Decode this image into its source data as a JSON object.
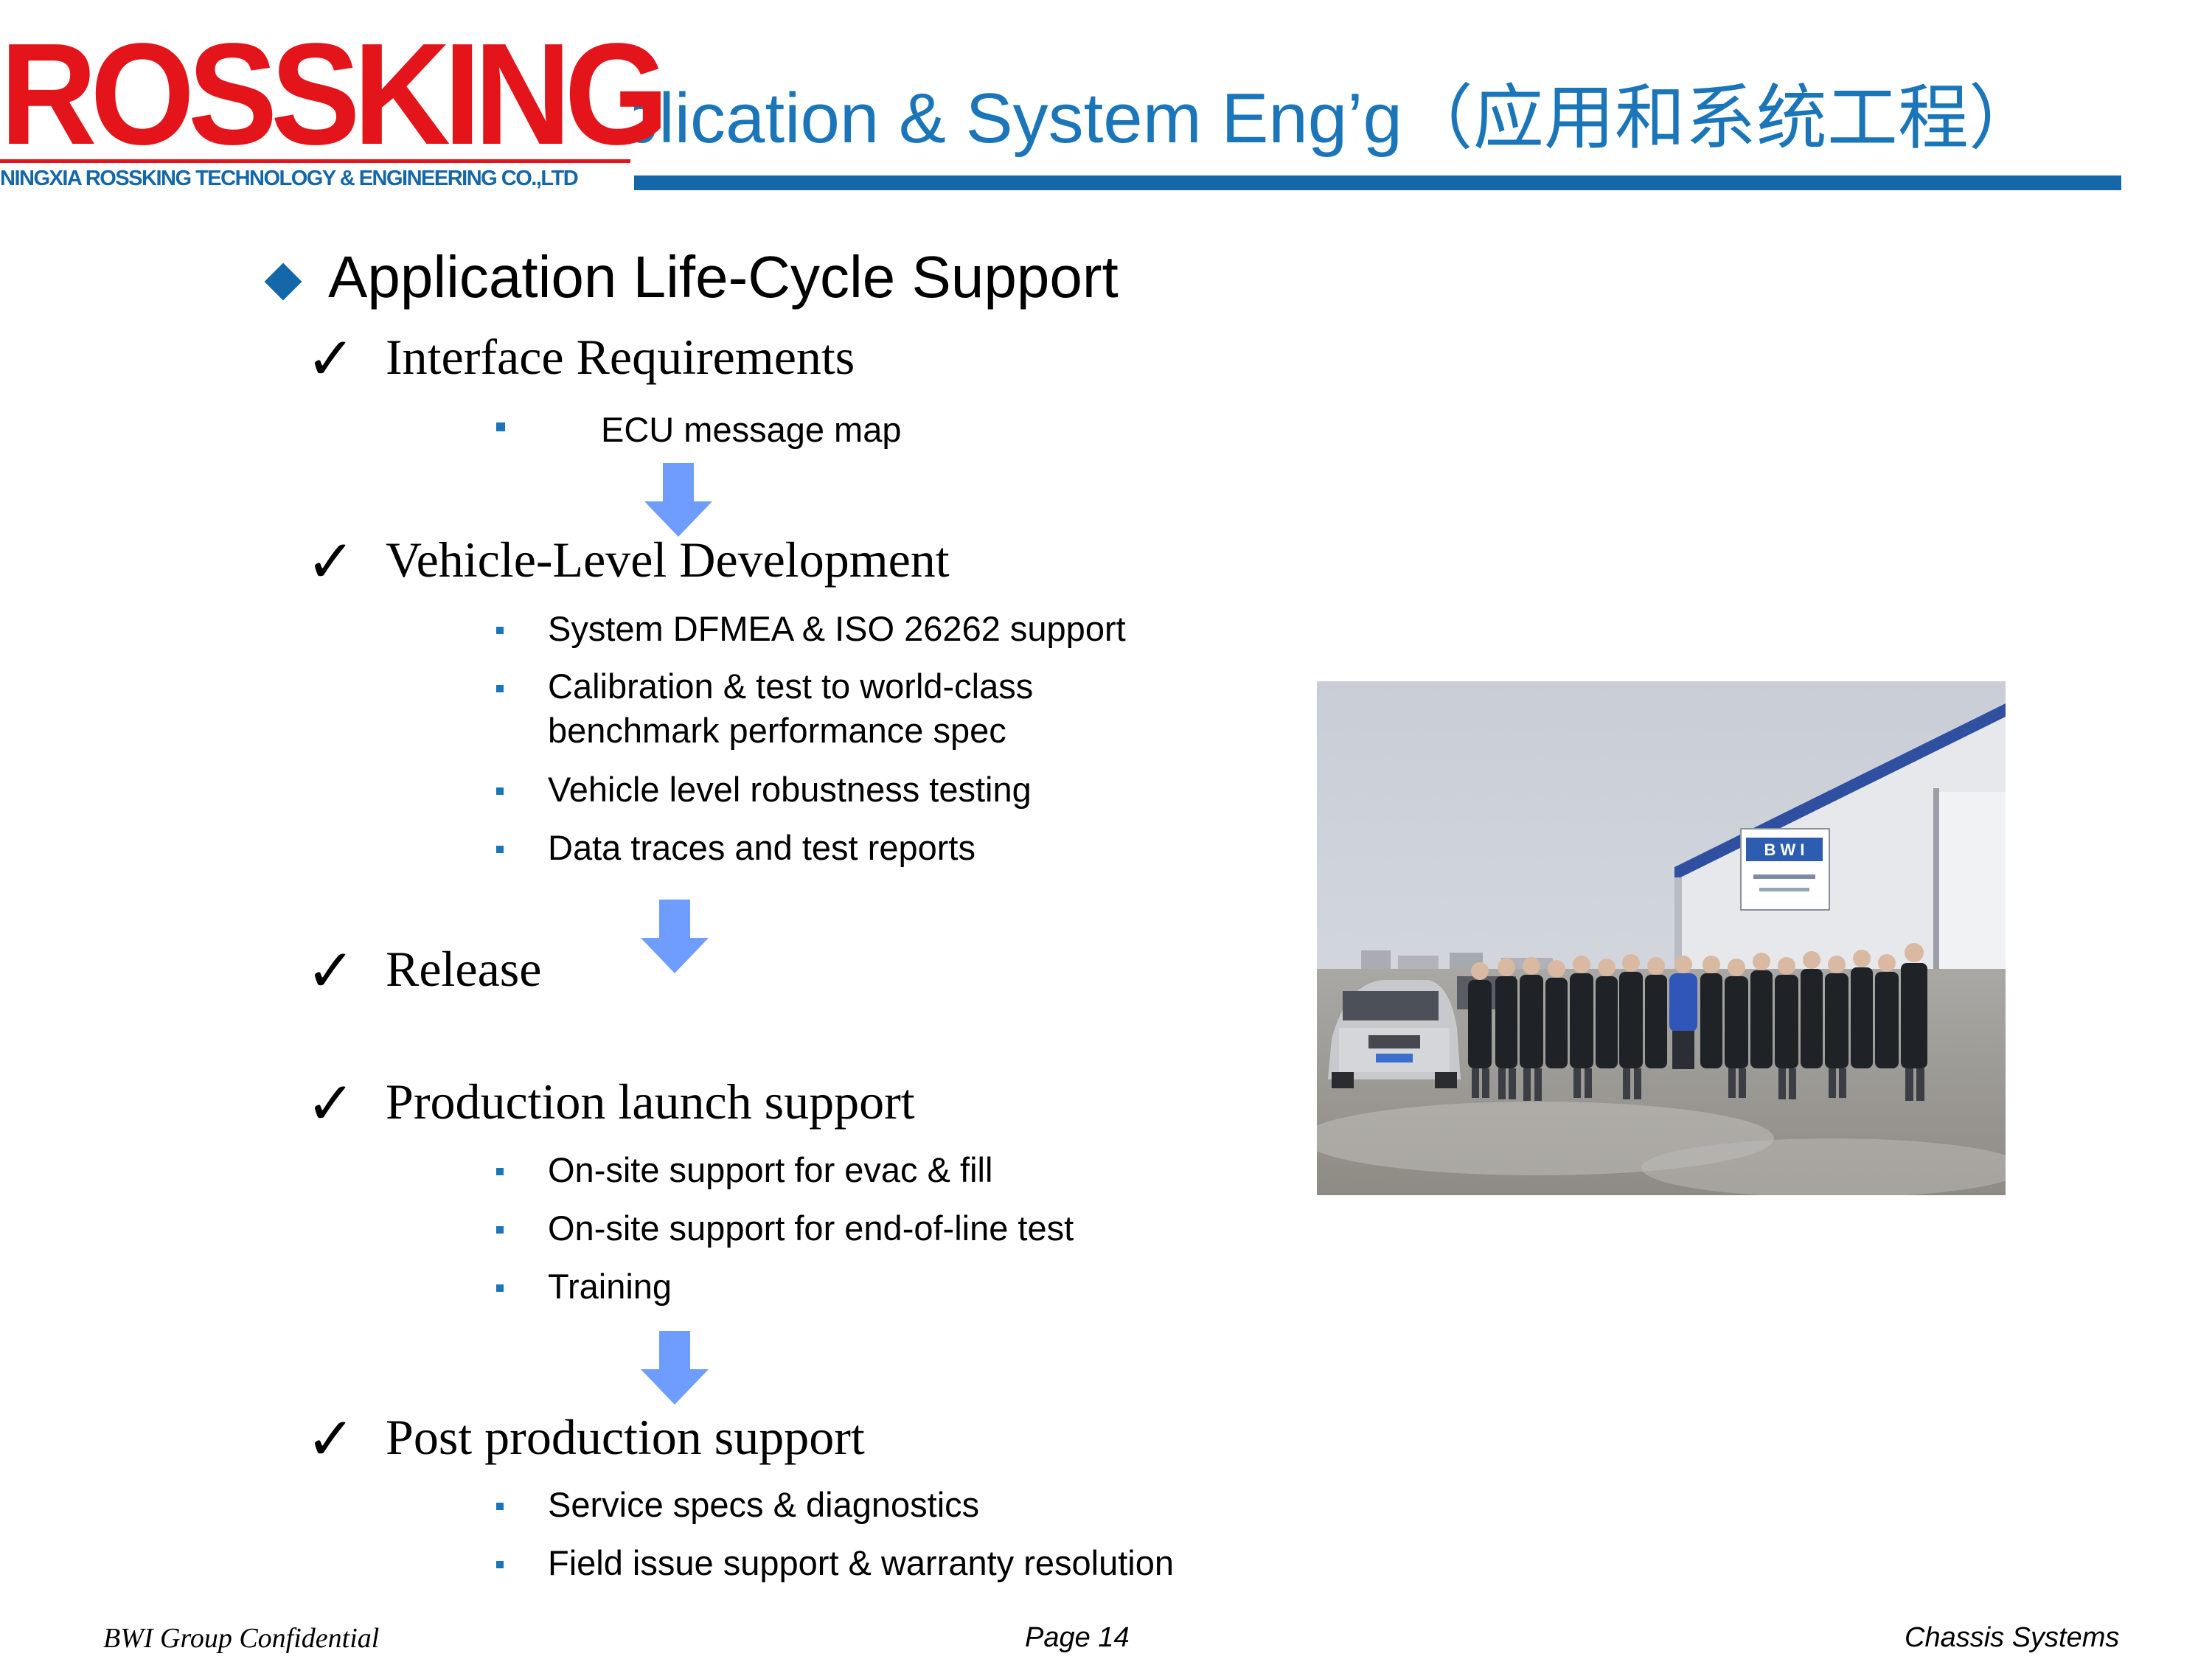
{
  "header": {
    "title": "plication & System Eng’g（应用和系统工程）",
    "logo_main": "ROSSKING",
    "logo_sub": "NINGXIA ROSSKING TECHNOLOGY & ENGINEERING CO.,LTD"
  },
  "content": {
    "heading": "Application Life-Cycle Support",
    "check_glyph": "✓",
    "sections": [
      {
        "label": "Interface Requirements",
        "bullets": [
          "ECU message map"
        ]
      },
      {
        "label": "Vehicle-Level Development",
        "bullets": [
          "System DFMEA & ISO 26262 support",
          "Calibration & test to world-class",
          "benchmark performance spec",
          "Vehicle level robustness testing",
          "Data traces and test reports"
        ]
      },
      {
        "label": "Release",
        "bullets": []
      },
      {
        "label": "Production launch support",
        "bullets": [
          "On-site support for evac & fill",
          "On-site support for end-of-line test",
          "Training"
        ]
      },
      {
        "label": "Post production support",
        "bullets": [
          "Service specs & diagnostics",
          "Field issue support & warranty resolution"
        ]
      }
    ]
  },
  "photo": {
    "sign_text": "B W I"
  },
  "footer": {
    "left": "BWI Group Confidential",
    "center": "Page 14",
    "right": "Chassis Systems"
  },
  "colors": {
    "brand_blue": "#1467a8",
    "title_blue": "#1b75b9",
    "logo_red": "#e4141b",
    "arrow_blue": "#6f9cff"
  }
}
